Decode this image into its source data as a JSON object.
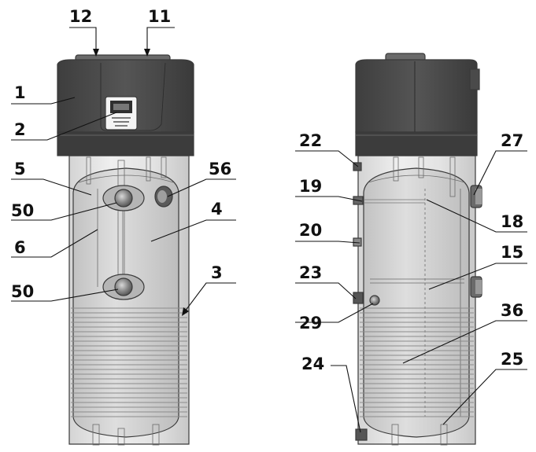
{
  "callouts": {
    "c1": "1",
    "c2": "2",
    "c3": "3",
    "c4": "4",
    "c5": "5",
    "c6": "6",
    "c11": "11",
    "c12": "12",
    "c15": "15",
    "c18": "18",
    "c19": "19",
    "c20": "20",
    "c22": "22",
    "c23": "23",
    "c24": "24",
    "c25": "25",
    "c27": "27",
    "c29": "29",
    "c36": "36",
    "c50a": "50",
    "c50b": "50",
    "c56": "56"
  },
  "colors": {
    "housing_dark": "#4a4a4a",
    "housing_band": "#3c3c3c",
    "tank_shell": "#e6e6e6",
    "inner_tank": "#cfcfcf",
    "coil": "#8c8c8c",
    "line": "#111111"
  }
}
